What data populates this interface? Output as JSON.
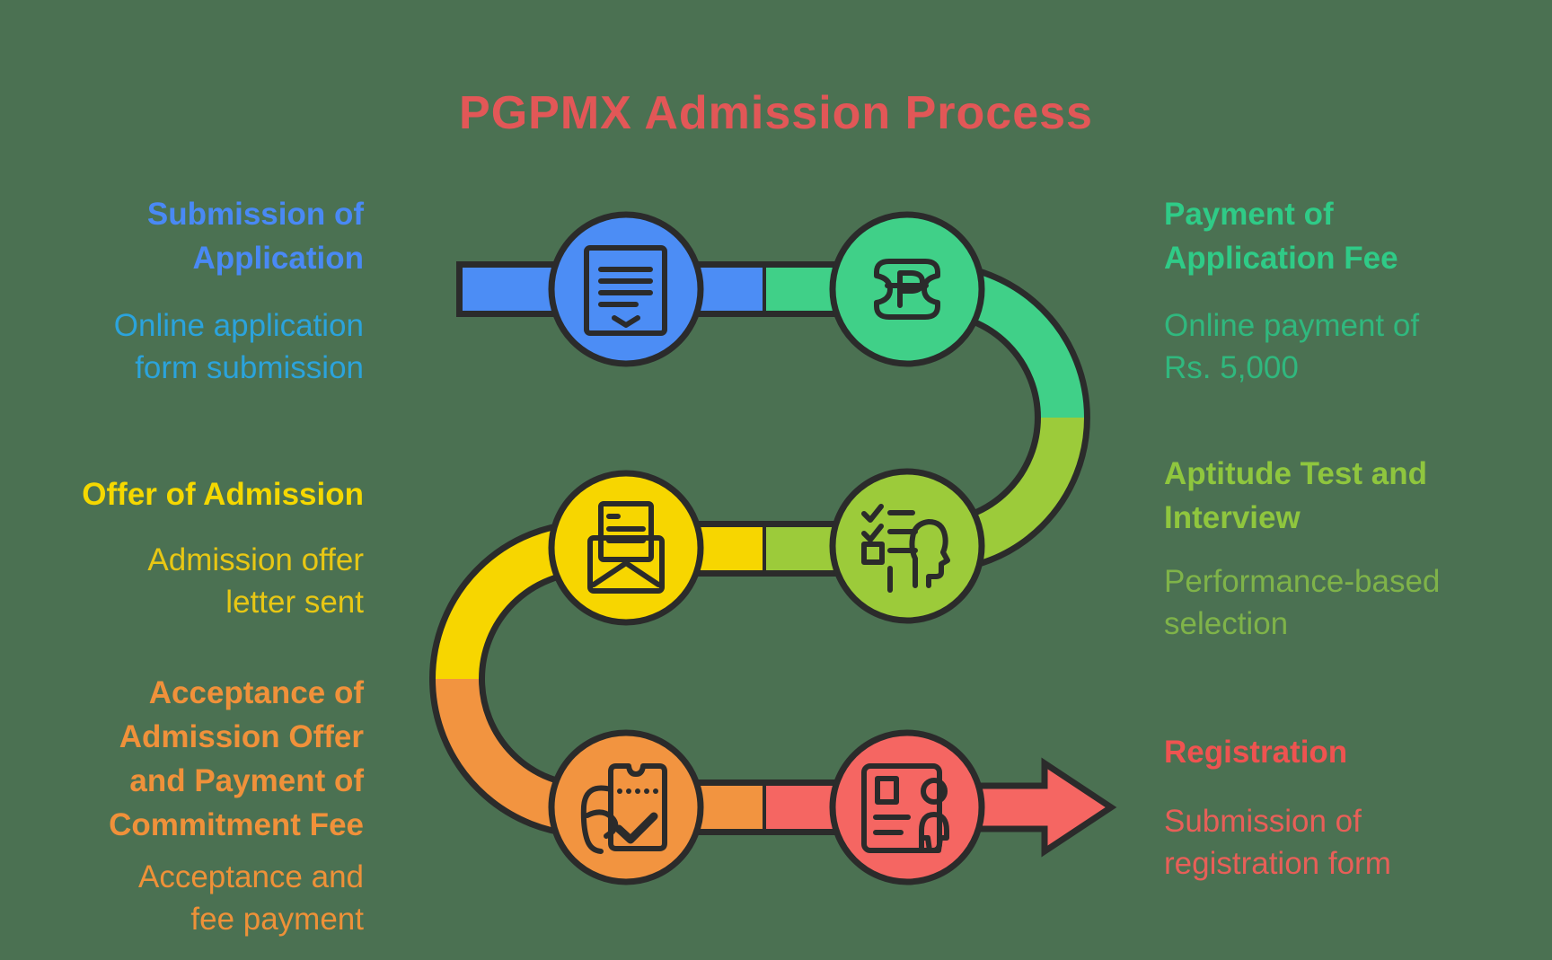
{
  "background_color": "#4B7152",
  "outline_color": "#2b2b2b",
  "title": {
    "text": "PGPMX Admission Process",
    "color": "#E25757"
  },
  "steps": [
    {
      "name": "submission-of-application",
      "order": 1,
      "side": "left",
      "title": "Submission of\nApplication",
      "description": "Online application\nform submission",
      "title_color": "#4989F5",
      "description_color": "#2BA3DC",
      "node_color": "#4C8DF5",
      "icon": "document-icon"
    },
    {
      "name": "payment-of-application-fee",
      "order": 2,
      "side": "right",
      "title": "Payment of\nApplication Fee",
      "description": "Online payment of\nRs. 5,000",
      "title_color": "#2FCB87",
      "description_color": "#30B87E",
      "node_color": "#40D088",
      "icon": "currency-note-icon"
    },
    {
      "name": "aptitude-test-and-interview",
      "order": 3,
      "side": "right",
      "title": "Aptitude Test and\nInterview",
      "description": "Performance-based\nselection",
      "title_color": "#8FC63E",
      "description_color": "#7FB349",
      "node_color": "#9CCB3A",
      "icon": "head-checklist-icon"
    },
    {
      "name": "offer-of-admission",
      "order": 4,
      "side": "left",
      "title": "Offer of Admission",
      "description": "Admission offer\nletter sent",
      "title_color": "#F5D800",
      "description_color": "#E8C714",
      "node_color": "#F7D600",
      "icon": "envelope-letter-icon"
    },
    {
      "name": "acceptance-and-commitment-fee",
      "order": 5,
      "side": "left",
      "title": "Acceptance of\nAdmission Offer\nand Payment of\nCommitment Fee",
      "description": "Acceptance and\nfee payment",
      "title_color": "#F0913A",
      "description_color": "#EE9138",
      "node_color": "#F29440",
      "icon": "hand-ticket-icon"
    },
    {
      "name": "registration",
      "order": 6,
      "side": "right",
      "title": "Registration",
      "description": "Submission of\nregistration form",
      "title_color": "#EF5350",
      "description_color": "#E85F58",
      "node_color": "#F56662",
      "icon": "id-card-icon"
    }
  ]
}
